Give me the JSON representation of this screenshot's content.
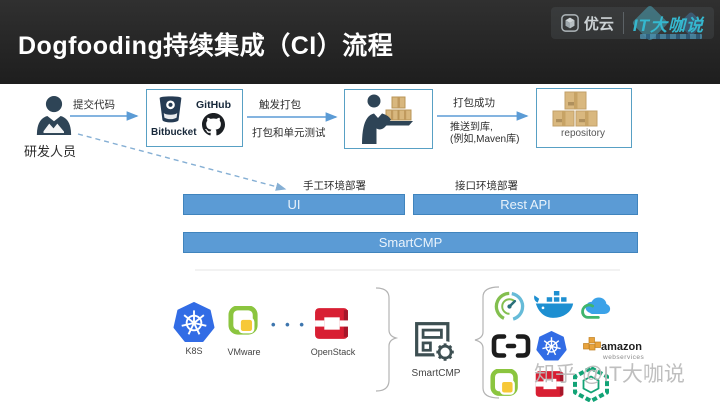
{
  "slide": {
    "title": "Dogfooding持续集成（CI）流程",
    "logos": {
      "uyun": "优云",
      "itdks": "IT大咖说"
    }
  },
  "flow": {
    "developer": "研发人员",
    "commit_arrow": "提交代码",
    "scm_box": {
      "bitbucket": "Bitbucket",
      "github": "GitHub"
    },
    "trigger_arrow_top": "触发打包",
    "trigger_arrow_bottom": "打包和单元测试",
    "success_arrow_top": "打包成功",
    "success_arrow_line1": "推送到库,",
    "success_arrow_line2": "(例如,Maven库)",
    "repository": "repository"
  },
  "deployment": {
    "manual_env": "手工环境部署",
    "api_env": "接口环境部署",
    "ui_bar": "UI",
    "rest_api_bar": "Rest API",
    "smartcmp_bar": "SmartCMP"
  },
  "infrastructure": {
    "k8s": "K8S",
    "vmware": "VMware",
    "ellipsis": "• • •",
    "openstack": "OpenStack",
    "smartcmp": "SmartCMP",
    "aws_line1": "amazon",
    "aws_line2": "webservices"
  },
  "watermark": "知乎 @IT大咖说",
  "colors": {
    "header_bg": "#242424",
    "accent_blue": "#5B9BD5",
    "box_border": "#58A0C4",
    "icon_navy": "#2E4456",
    "package_tan": "#D8B77E",
    "brand_teal": "#35B8CF",
    "k8s_blue": "#326CE5",
    "openstack_red": "#D81F33",
    "vmware_green": "#8BC53F"
  }
}
